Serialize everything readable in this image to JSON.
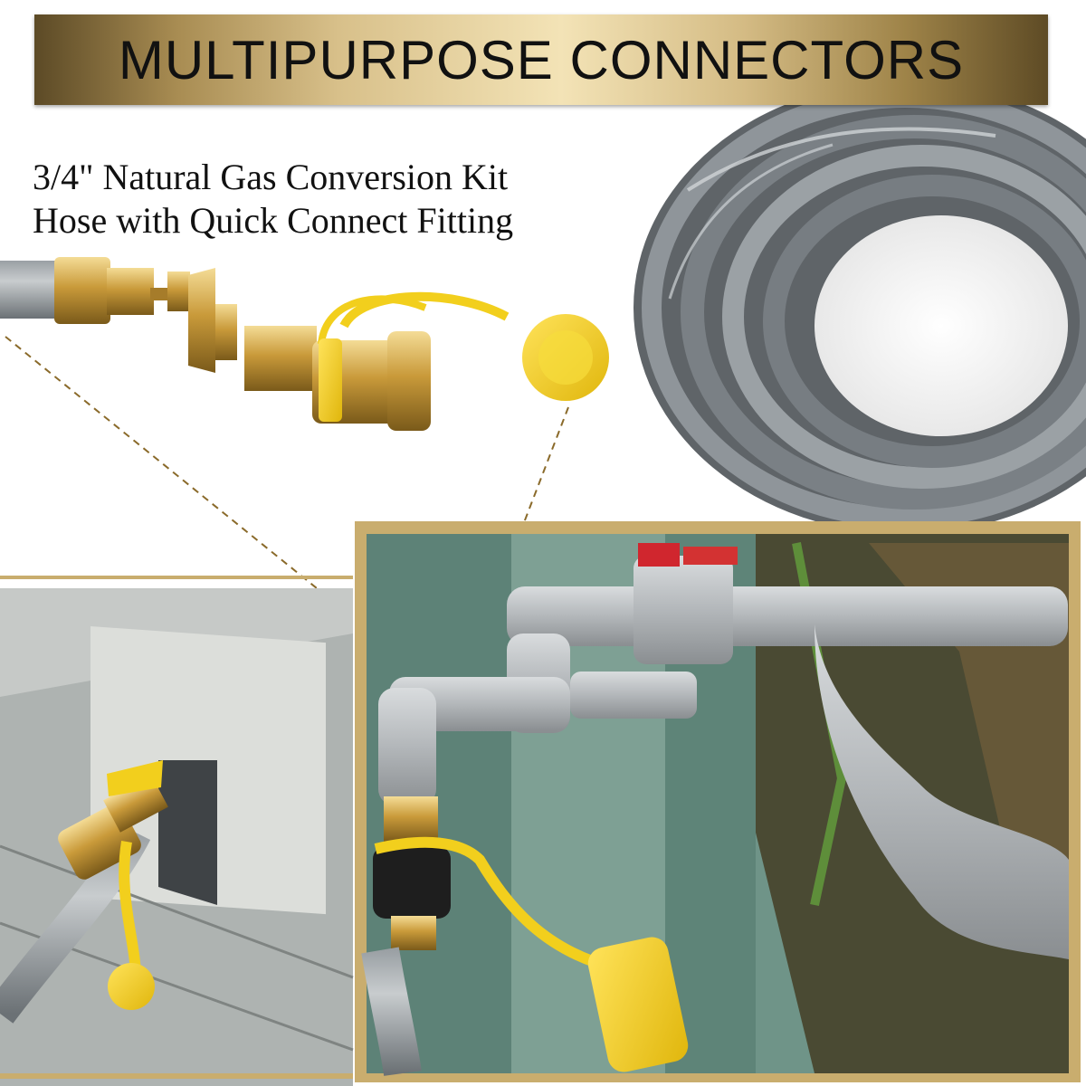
{
  "banner": {
    "title": "MULTIPURPOSE CONNECTORS"
  },
  "subtitle": {
    "line1": "3/4\" Natural Gas Conversion Kit",
    "line2": "Hose with Quick Connect Fitting"
  },
  "colors": {
    "gold": "#c9ad6e",
    "hose_gray": "#8a8f93",
    "brass": "#c9a24a",
    "cap_yellow": "#f2cf1d",
    "wall_green": "#6f9488"
  }
}
